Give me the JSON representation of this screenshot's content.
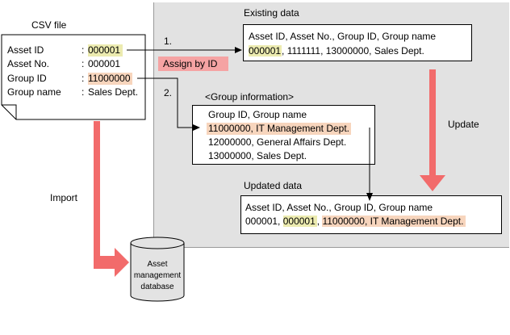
{
  "csv": {
    "title": "CSV file",
    "rows": [
      {
        "label": "Asset ID",
        "colon": ":",
        "value": "000001"
      },
      {
        "label": "Asset No.",
        "colon": ":",
        "value": "000001"
      },
      {
        "label": "Group ID",
        "colon": ":",
        "value": "11000000"
      },
      {
        "label": "Group name",
        "colon": ":",
        "value": "Sales Dept."
      }
    ]
  },
  "existing": {
    "title": "Existing data",
    "header": "Asset ID, Asset No., Group ID, Group name",
    "row_id": "000001",
    "row_rest": ", 1111111, 13000000, Sales Dept."
  },
  "steps": {
    "one": "1.",
    "two": "2."
  },
  "assign_label": "Assign by ID",
  "group_info": {
    "title": "<Group information>",
    "header": "Group ID, Group name",
    "rows": [
      "11000000, IT Management Dept.",
      "12000000, General Affairs Dept.",
      "13000000, Sales Dept."
    ]
  },
  "update_label": "Update",
  "updated": {
    "title": "Updated data",
    "header": "Asset ID, Asset No., Group ID, Group name",
    "part1": "000001, ",
    "part2": "000001",
    "part3": ", ",
    "part4": "11000000, IT Management Dept."
  },
  "import_label": "Import",
  "database": {
    "line1": "Asset",
    "line2": "management",
    "line3": "database"
  },
  "colors": {
    "panel": "#e2e2e2",
    "arrow": "#f26b6b",
    "assign_bg": "#f5a3a3",
    "highlight_yellow": "#ecebb0",
    "highlight_orange": "#f7d5bd"
  }
}
